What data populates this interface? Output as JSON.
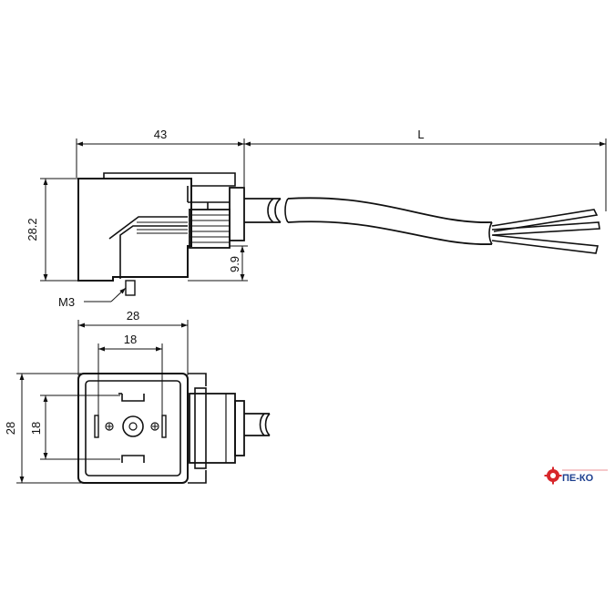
{
  "side_view": {
    "dim_body_length": "43",
    "dim_cable_length": "L",
    "dim_height": "28.2",
    "dim_offset": "9.9",
    "thread_label": "M3"
  },
  "front_view": {
    "dim_width": "28",
    "dim_pin_spacing_h": "18",
    "dim_height": "28",
    "dim_pin_spacing_v": "18"
  },
  "logo": {
    "text": "ПЕ-КО",
    "icon": "gear-icon",
    "colors": {
      "gear": "#d7262b",
      "text": "#1d3f8f"
    }
  }
}
